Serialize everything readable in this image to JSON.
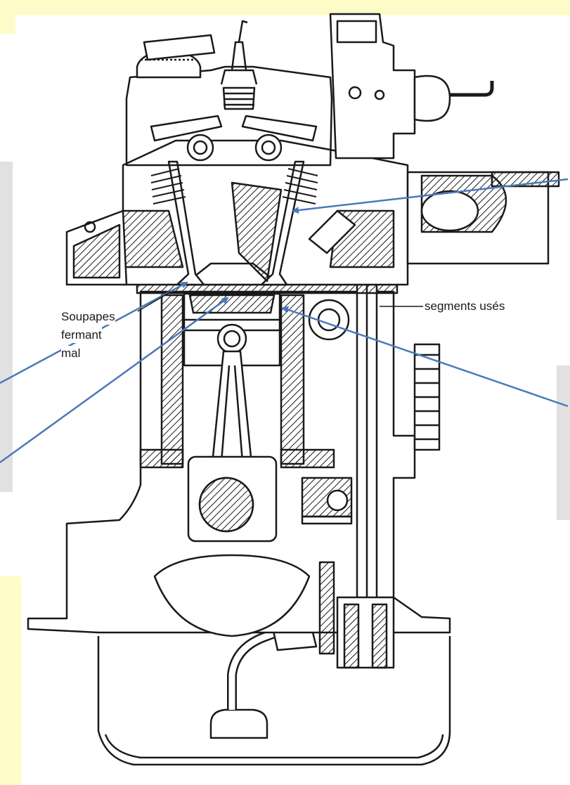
{
  "labels": {
    "valves_line1": "Soupapes",
    "valves_line2": "fermant",
    "valves_line3": "mal",
    "rings": "segments usés"
  },
  "colors": {
    "arrow": "#4a79b8",
    "ink": "#1a1a1a",
    "background_highlight": "#fdfbc8"
  }
}
